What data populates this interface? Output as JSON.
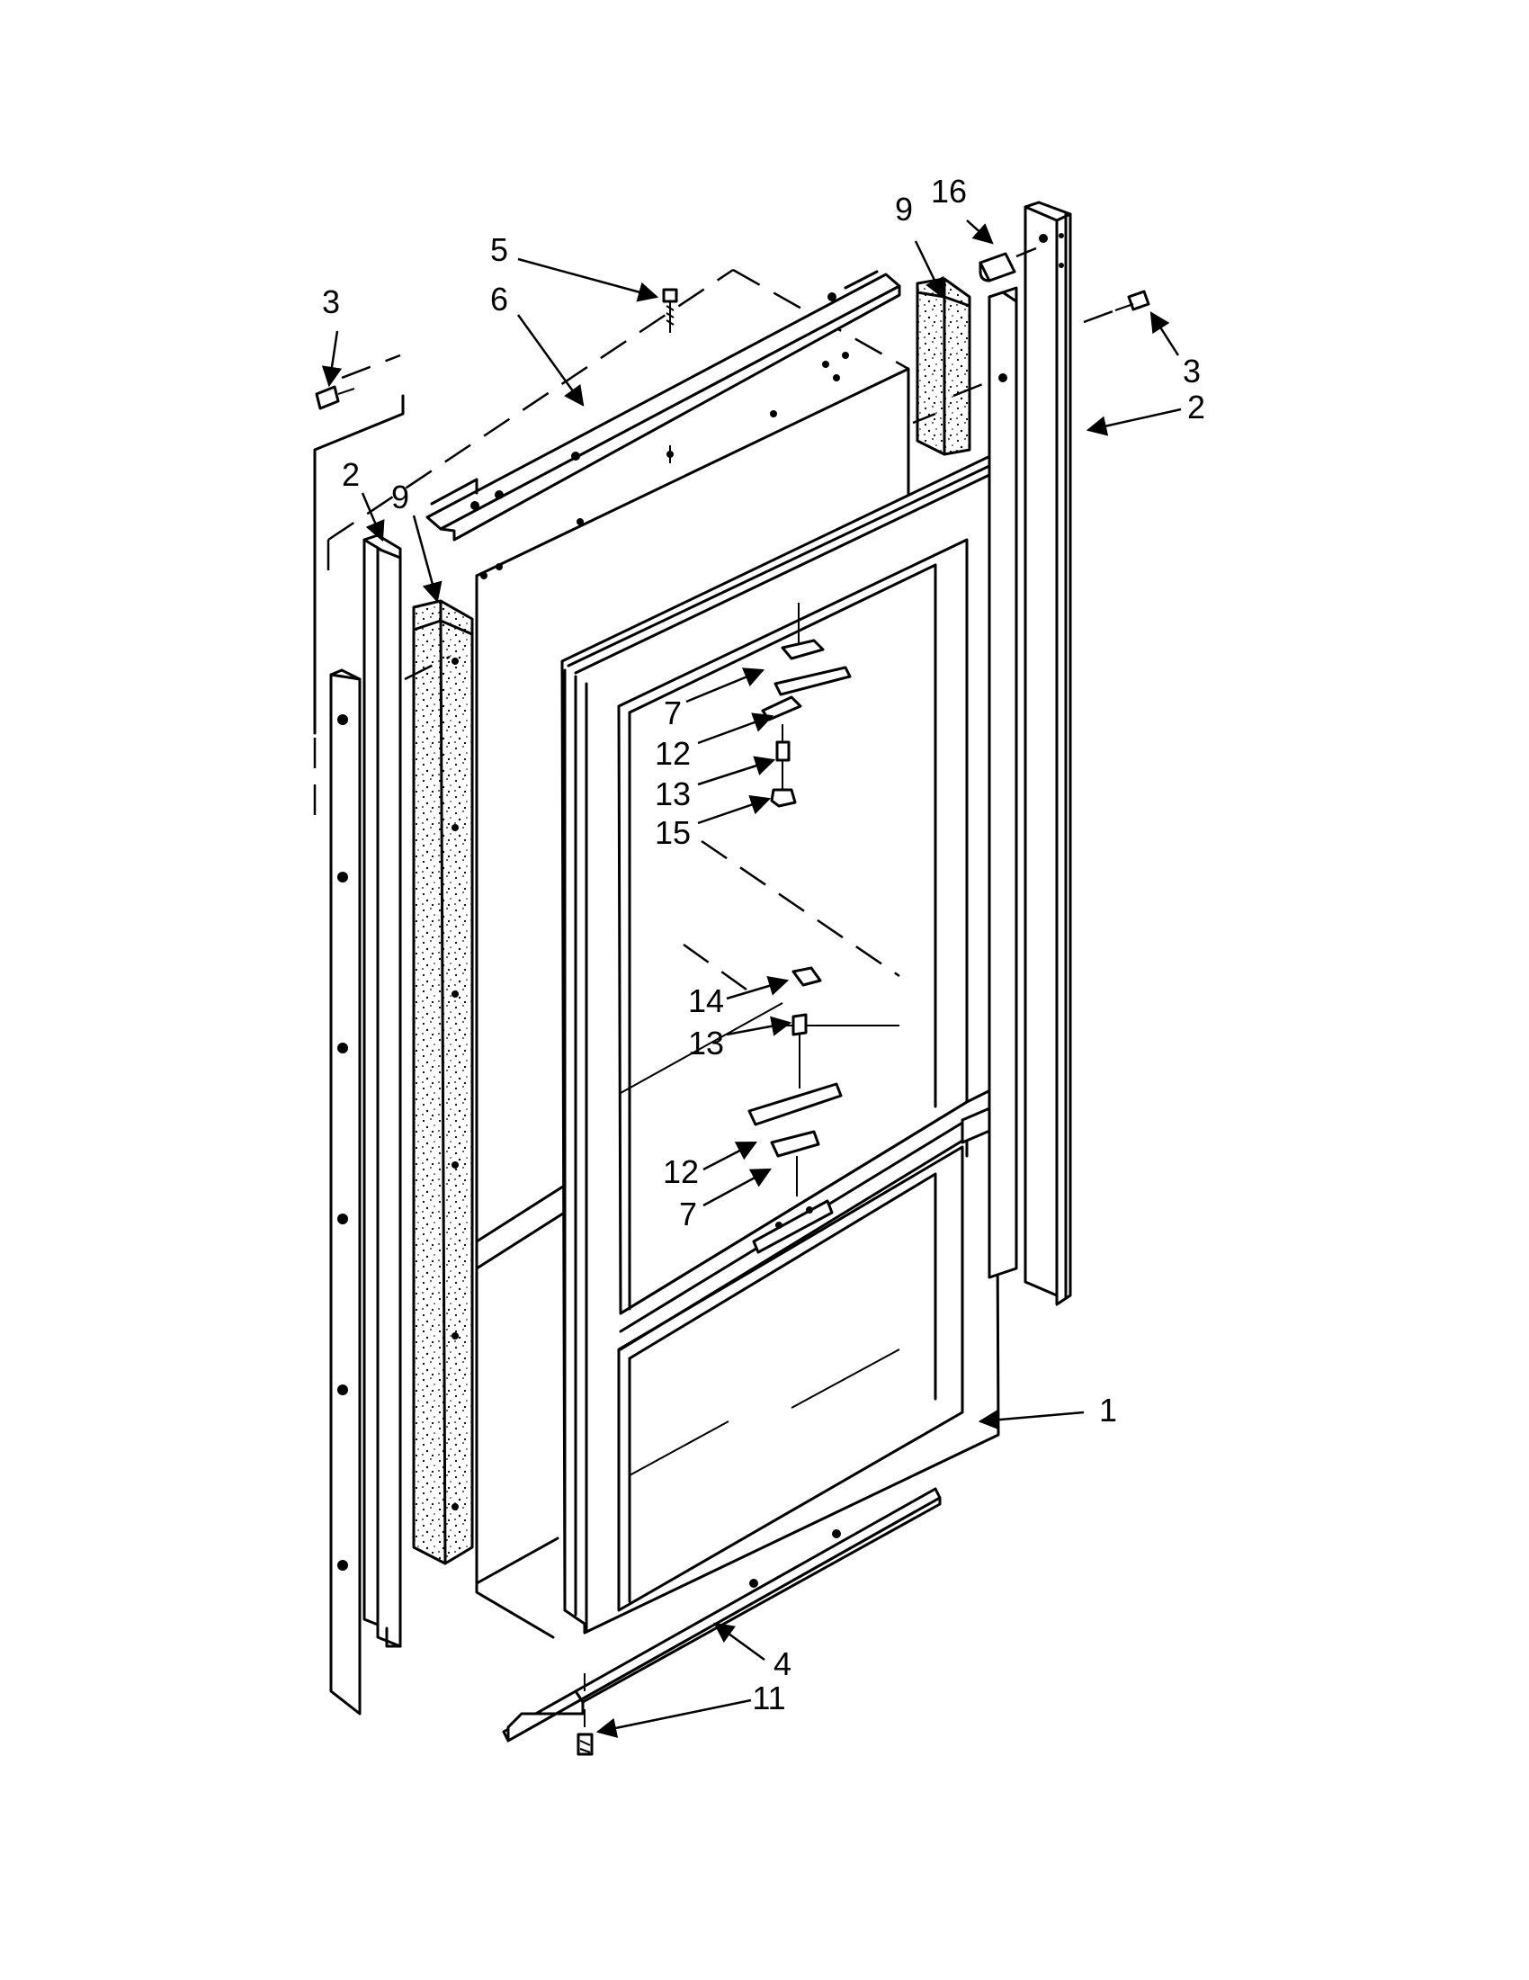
{
  "diagram": {
    "callouts": [
      {
        "id": "c-3-left",
        "text": "3"
      },
      {
        "id": "c-5",
        "text": "5"
      },
      {
        "id": "c-6",
        "text": "6"
      },
      {
        "id": "c-2-left",
        "text": "2"
      },
      {
        "id": "c-9-left",
        "text": "9"
      },
      {
        "id": "c-9-right",
        "text": "9"
      },
      {
        "id": "c-16",
        "text": "16"
      },
      {
        "id": "c-3-right",
        "text": "3"
      },
      {
        "id": "c-2-right",
        "text": "2"
      },
      {
        "id": "c-7-top",
        "text": "7"
      },
      {
        "id": "c-12-top",
        "text": "12"
      },
      {
        "id": "c-13-top",
        "text": "13"
      },
      {
        "id": "c-15",
        "text": "15"
      },
      {
        "id": "c-14",
        "text": "14"
      },
      {
        "id": "c-13-bottom",
        "text": "13"
      },
      {
        "id": "c-12-bottom",
        "text": "12"
      },
      {
        "id": "c-7-bottom",
        "text": "7"
      },
      {
        "id": "c-1",
        "text": "1"
      },
      {
        "id": "c-4",
        "text": "4"
      },
      {
        "id": "c-11",
        "text": "11"
      }
    ]
  }
}
